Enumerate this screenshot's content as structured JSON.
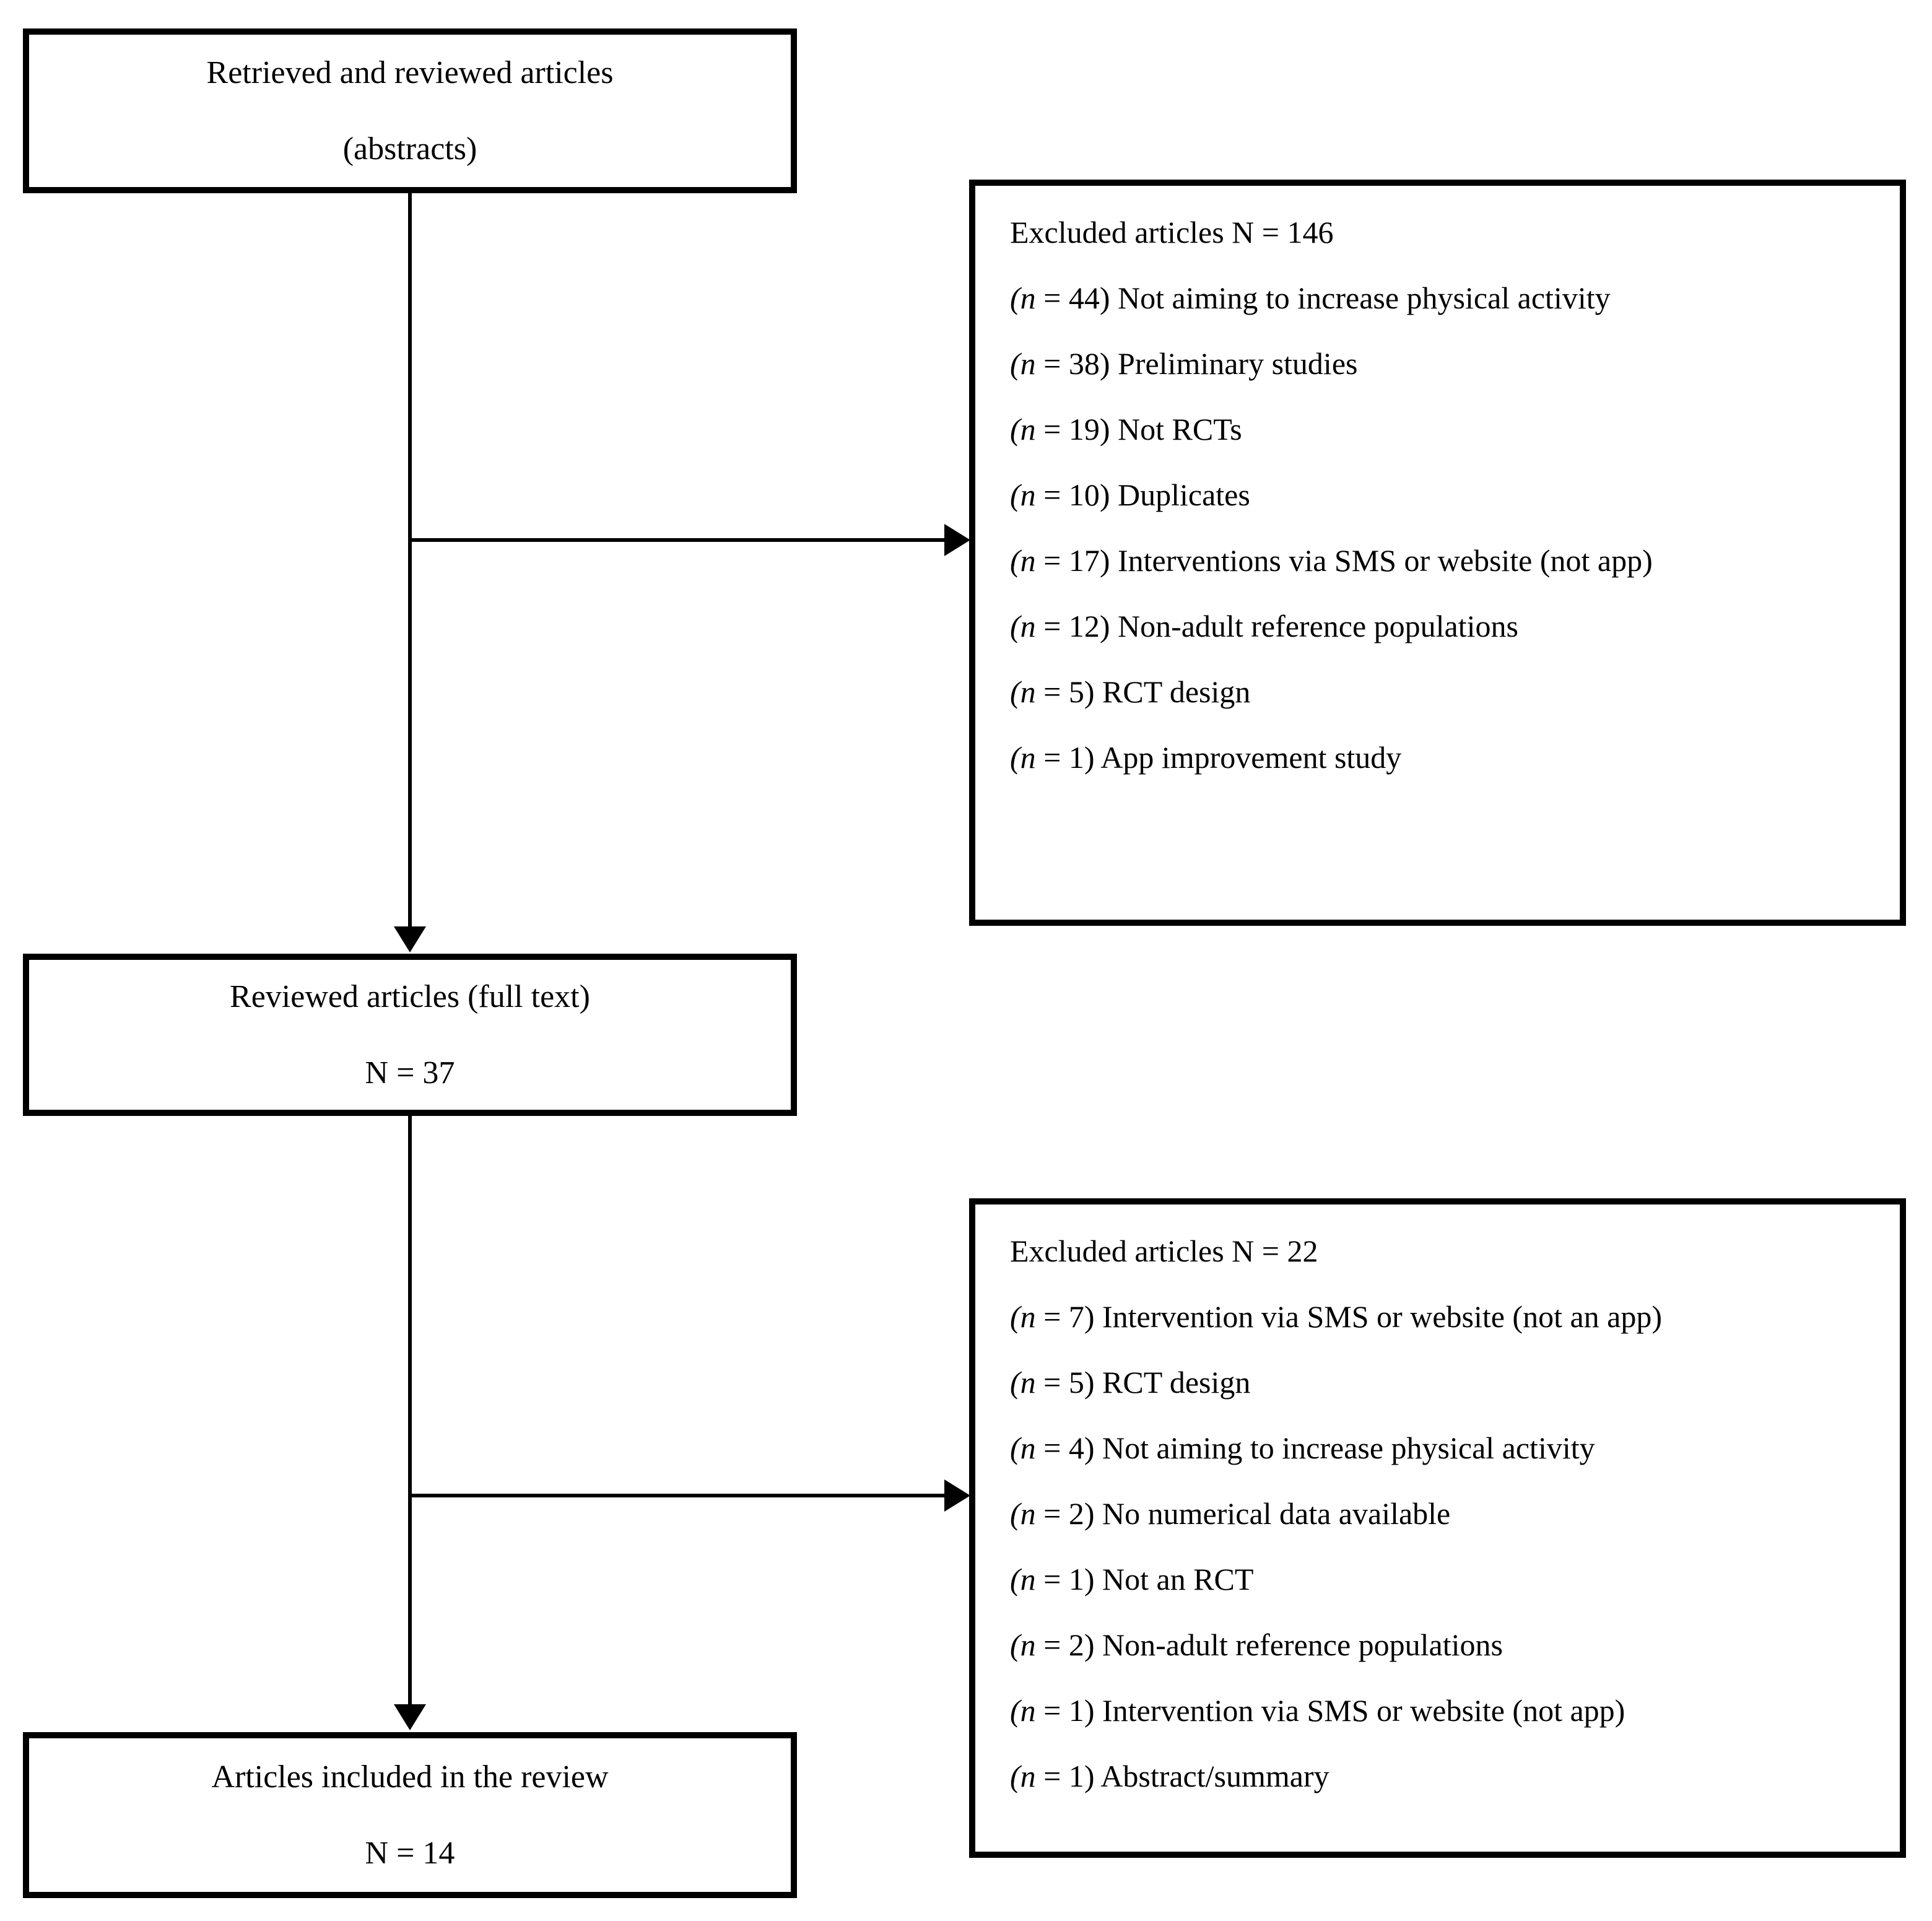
{
  "diagram": {
    "type": "prisma-flow-diagram",
    "stages": [
      {
        "id": "retrieved",
        "title": "Retrieved and reviewed articles",
        "subtitle": "(abstracts)"
      },
      {
        "id": "reviewed",
        "title": "Reviewed articles (full text)",
        "subtitle": "N = 37"
      },
      {
        "id": "included",
        "title": "Articles included in the review",
        "subtitle": "N = 14"
      }
    ],
    "excluded_boxes": [
      {
        "id": "excluded-1",
        "heading": "Excluded articles N = 146",
        "total": 146,
        "items": [
          {
            "n_label": "(n",
            "eq": " = 44) ",
            "reason": "Not aiming to increase physical activity",
            "n": 44
          },
          {
            "n_label": "(n",
            "eq": " = 38) ",
            "reason": "Preliminary studies",
            "n": 38
          },
          {
            "n_label": "(n",
            "eq": " = 19) ",
            "reason": "Not RCTs",
            "n": 19
          },
          {
            "n_label": "(n",
            "eq": " = 10) ",
            "reason": "Duplicates",
            "n": 10
          },
          {
            "n_label": "(n",
            "eq": " = 17) ",
            "reason": "Interventions via SMS or website (not app)",
            "n": 17
          },
          {
            "n_label": "(n",
            "eq": " = 12) ",
            "reason": "Non-adult reference populations",
            "n": 12
          },
          {
            "n_label": "(n",
            "eq": " = 5) ",
            "reason": "RCT design",
            "n": 5
          },
          {
            "n_label": "(n",
            "eq": " = 1) ",
            "reason": "App improvement study",
            "n": 1
          }
        ]
      },
      {
        "id": "excluded-2",
        "heading": "Excluded articles N = 22",
        "total": 22,
        "items": [
          {
            "n_label": "(n",
            "eq": " = 7) ",
            "reason": "Intervention via SMS or website (not an app)",
            "n": 7
          },
          {
            "n_label": "(n",
            "eq": " = 5) ",
            "reason": "RCT design",
            "n": 5
          },
          {
            "n_label": "(n",
            "eq": " = 4) ",
            "reason": "Not aiming to increase physical activity",
            "n": 4
          },
          {
            "n_label": "(n",
            "eq": " = 2) ",
            "reason": "No numerical data available",
            "n": 2
          },
          {
            "n_label": "(n",
            "eq": " = 1) ",
            "reason": "Not an RCT",
            "n": 1
          },
          {
            "n_label": "(n",
            "eq": " = 2) ",
            "reason": "Non-adult reference populations",
            "n": 2
          },
          {
            "n_label": "(n",
            "eq": " = 1) ",
            "reason": "Intervention via SMS or website (not app)",
            "n": 1
          },
          {
            "n_label": "(n",
            "eq": " = 1) ",
            "reason": "Abstract/summary",
            "n": 1
          }
        ]
      }
    ],
    "colors": {
      "stroke": "#000000",
      "background": "#ffffff",
      "text": "#000000"
    }
  }
}
